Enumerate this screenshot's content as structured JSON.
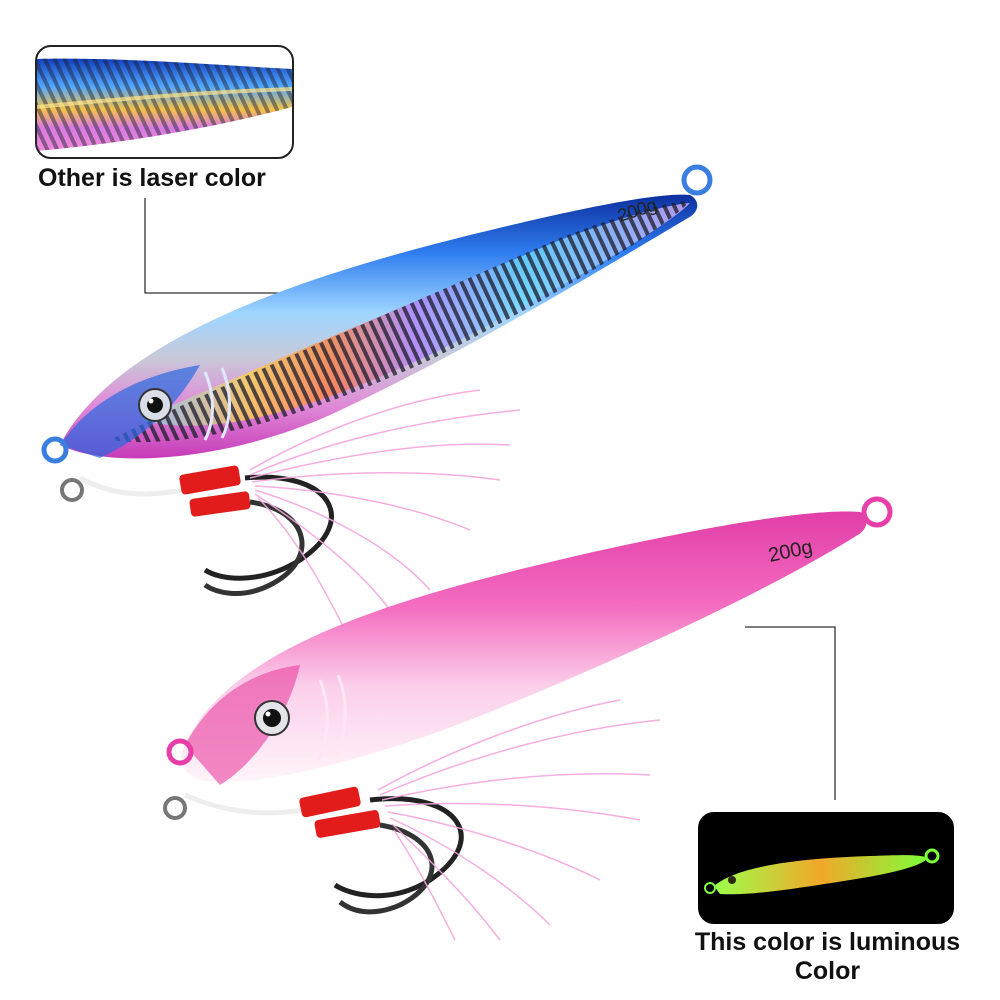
{
  "captions": {
    "laser": "Other is laser color",
    "luminous_line1": "This color is luminous",
    "luminous_line2": "Color"
  },
  "lures": {
    "blue_weight": "200g",
    "pink_weight": "200g"
  },
  "colors": {
    "laser_blue": "#1e5fd8",
    "laser_pink": "#e060c8",
    "pink_body": "#f25fb4",
    "glow_green": "#7dff3a",
    "glow_orange": "#f0a020",
    "hook_red": "#e21b1b",
    "skirt_pink": "#f4a6dc"
  }
}
